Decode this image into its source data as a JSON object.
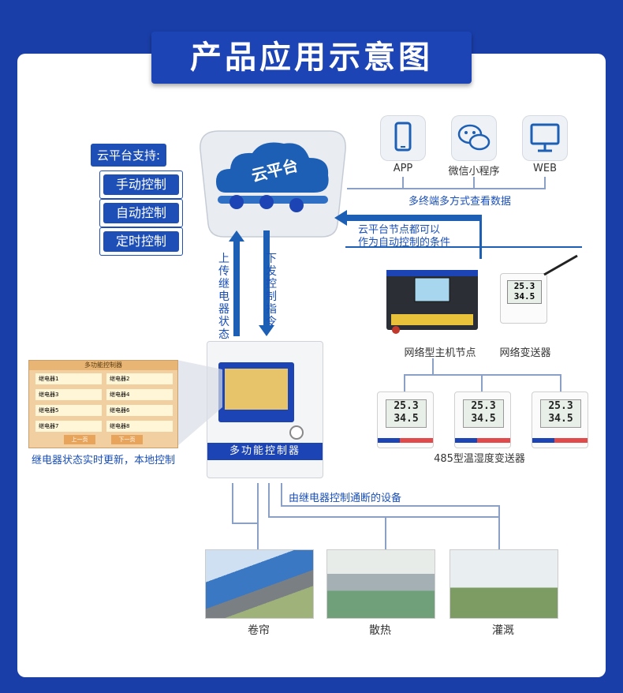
{
  "title": "产品应用示意图",
  "cloud": {
    "label": "云平台"
  },
  "cloud_support": {
    "heading": "云平台支持:",
    "modes": [
      "手动控制",
      "自动控制",
      "定时控制"
    ]
  },
  "clients": {
    "items": [
      {
        "label": "APP",
        "icon": "phone-icon"
      },
      {
        "label": "微信小程序",
        "icon": "wechat-icon"
      },
      {
        "label": "WEB",
        "icon": "monitor-icon"
      }
    ],
    "caption": "多终端多方式查看数据"
  },
  "node_note": {
    "line1": "云平台节点都可以",
    "line2": "作为自动控制的条件"
  },
  "uplink": "上传继电器状态",
  "downlink": "下发控制指令",
  "host_node": {
    "label": "网络型主机节点"
  },
  "transmitter": {
    "label": "网络变送器",
    "temp": "25.3",
    "hum": "34.5"
  },
  "sensors485": {
    "label": "485型温湿度变送器",
    "units": [
      {
        "temp": "25.3",
        "hum": "34.5"
      },
      {
        "temp": "25.3",
        "hum": "34.5"
      },
      {
        "temp": "25.3",
        "hum": "34.5"
      }
    ]
  },
  "controller": {
    "label": "多功能控制器"
  },
  "screen": {
    "title": "多功能控制器",
    "relays": [
      "继电器1",
      "继电器2",
      "继电器3",
      "继电器4",
      "继电器5",
      "继电器6",
      "继电器7",
      "继电器8"
    ],
    "prev": "上一页",
    "next": "下一页",
    "caption": "继电器状态实时更新，本地控制"
  },
  "devices_caption": "由继电器控制通断的设备",
  "devices": [
    {
      "label": "卷帘"
    },
    {
      "label": "散热"
    },
    {
      "label": "灌溉"
    }
  ],
  "colors": {
    "brand_blue": "#1d44b4",
    "accent_blue": "#1e4fb6",
    "line": "#8aa0c6",
    "background": "#1a3ea8"
  }
}
